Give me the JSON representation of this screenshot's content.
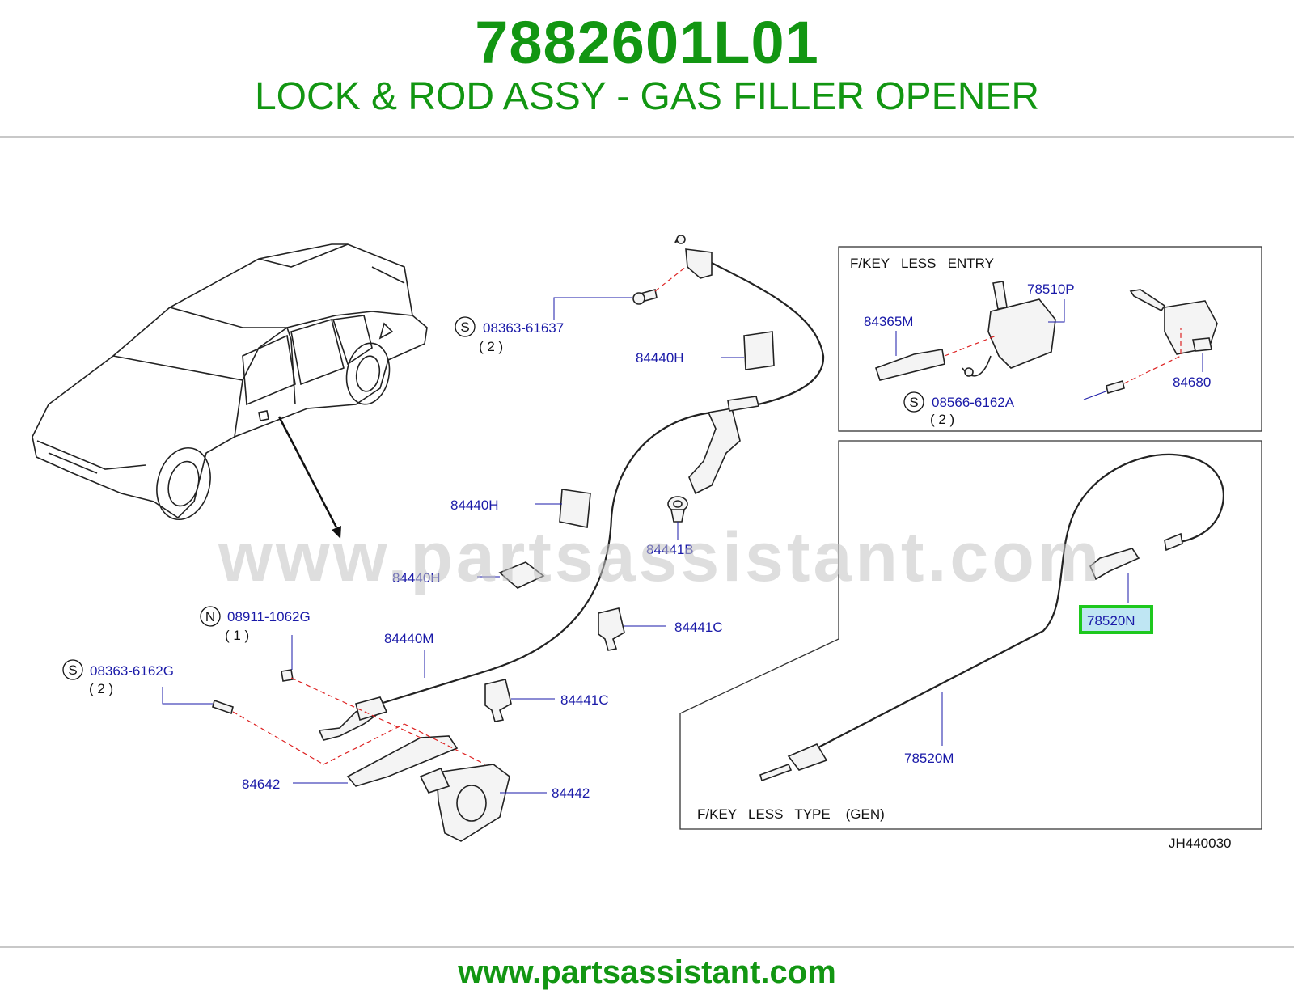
{
  "header": {
    "part_number": "7882601L01",
    "part_name": "LOCK & ROD ASSY - GAS FILLER OPENER"
  },
  "footer": {
    "url": "www.partsassistant.com"
  },
  "diagram": {
    "watermark": "www.partsassistant.com",
    "diagram_code": "JH440030",
    "box_keyless_entry": "F/KEY   LESS   ENTRY",
    "box_keyless_type": "F/KEY   LESS   TYPE    (GEN)",
    "highlight_color": "#1ec81e",
    "labels": {
      "s_08363_61637": "08363-61637",
      "s_08363_61637_qty": "( 2 )",
      "p_84440H_top": "84440H",
      "p_84440H_mid": "84440H",
      "p_84440H_low": "84440H",
      "p_84441B": "84441B",
      "p_84441C_a": "84441C",
      "p_84441C_b": "84441C",
      "p_84440M": "84440M",
      "n_08911_1062G": "08911-1062G",
      "n_08911_1062G_qty": "( 1 )",
      "s_08363_6162G": "08363-6162G",
      "s_08363_6162G_qty": "( 2 )",
      "p_84642": "84642",
      "p_84442": "84442",
      "p_84365M": "84365M",
      "p_78510P": "78510P",
      "s_08566_6162A": "08566-6162A",
      "s_08566_6162A_qty": "( 2 )",
      "p_84680": "84680",
      "p_78520N": "78520N",
      "p_78520M": "78520M"
    },
    "symbols": {
      "s": "S",
      "n": "N"
    }
  }
}
